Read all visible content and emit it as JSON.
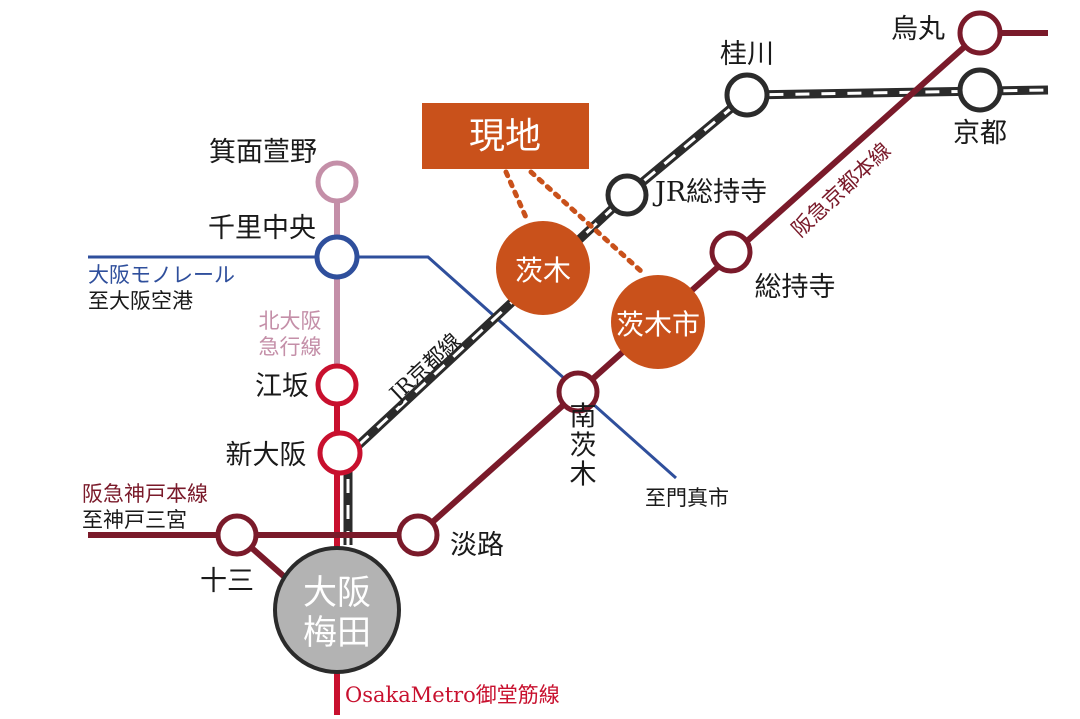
{
  "colors": {
    "hankyu": "#7a1a2a",
    "monorail": "#2f4f9c",
    "kitaosaka": "#c48fa8",
    "midosuji": "#c8102e",
    "jr_dark": "#2b2b2b",
    "highlight": "#c9511b",
    "umeda": "#b3b3b3"
  },
  "site_box": {
    "label": "現地"
  },
  "stations": {
    "karasuma": "烏丸",
    "katsuragawa": "桂川",
    "kyoto": "京都",
    "jr_soji": "JR総持寺",
    "soji": "総持寺",
    "ibaraki": "茨木",
    "ibarakishi": "茨木市",
    "minofuji": "箕面萱野",
    "senri": "千里中央",
    "esaka": "江坂",
    "shinosaka": "新大阪",
    "minamiibaraki": "南茨木",
    "awaji": "淡路",
    "juso": "十三",
    "umeda_1": "大阪",
    "umeda_2": "梅田"
  },
  "lines": {
    "hankyu_kyoto": "阪急京都本線",
    "jr_kyoto": "JR京都線",
    "monorail": "大阪モノレール",
    "to_airport": "至大阪空港",
    "kitaosaka_1": "北大阪",
    "kitaosaka_2": "急行線",
    "hankyu_kobe": "阪急神戸本線",
    "to_sannomiya": "至神戸三宮",
    "to_kadoma": "至門真市",
    "midosuji": "OsakaMetro御堂筋線"
  }
}
